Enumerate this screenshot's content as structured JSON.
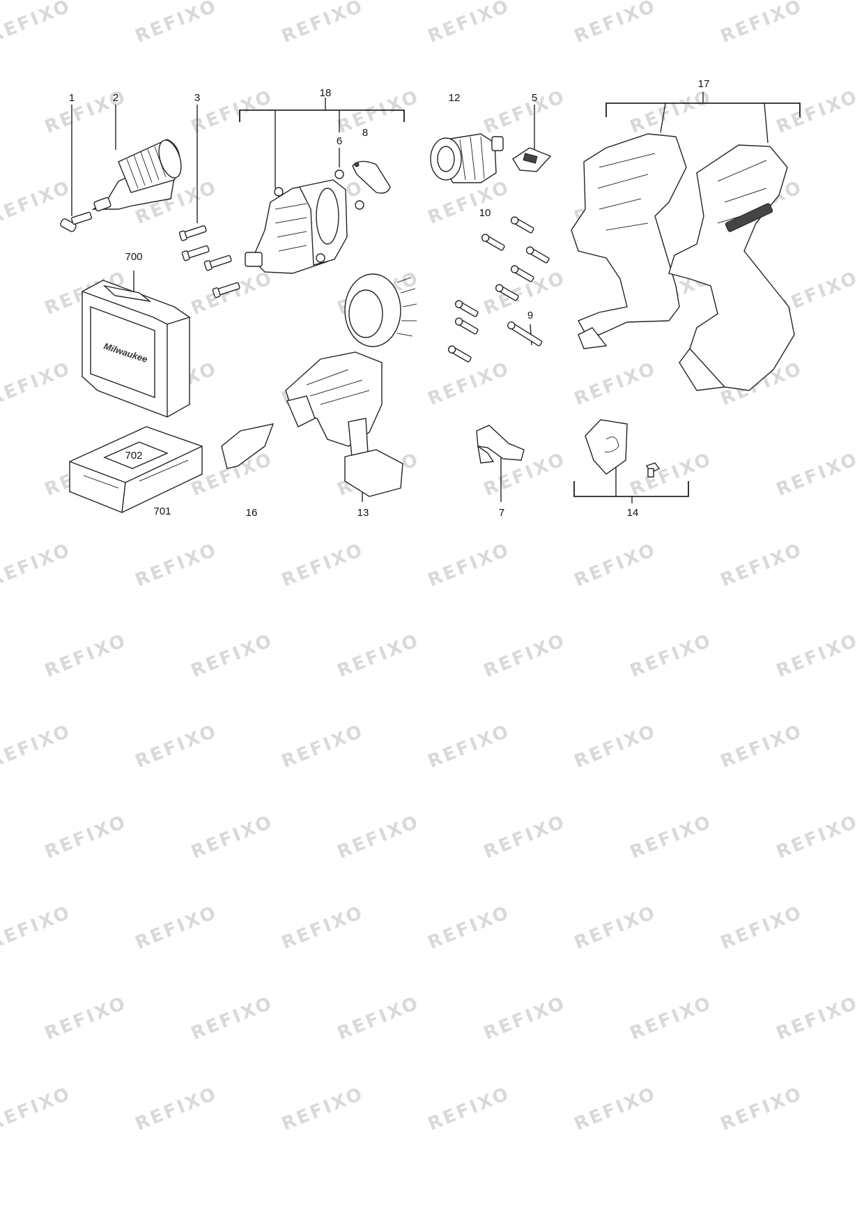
{
  "diagram": {
    "watermark_text": "REFIXO",
    "callouts": [
      {
        "id": "c1",
        "label": "1"
      },
      {
        "id": "c2",
        "label": "2"
      },
      {
        "id": "c3",
        "label": "3"
      },
      {
        "id": "c18",
        "label": "18"
      },
      {
        "id": "c6",
        "label": "6"
      },
      {
        "id": "c8",
        "label": "8"
      },
      {
        "id": "c12",
        "label": "12"
      },
      {
        "id": "c5",
        "label": "5"
      },
      {
        "id": "c17",
        "label": "17"
      },
      {
        "id": "c10",
        "label": "10"
      },
      {
        "id": "c700",
        "label": "700"
      },
      {
        "id": "c9",
        "label": "9"
      },
      {
        "id": "c702",
        "label": "702"
      },
      {
        "id": "c701",
        "label": "701"
      },
      {
        "id": "c16",
        "label": "16"
      },
      {
        "id": "c13",
        "label": "13"
      },
      {
        "id": "c7",
        "label": "7"
      },
      {
        "id": "c14",
        "label": "14"
      }
    ],
    "case_logo_text": "Milwaukee"
  }
}
